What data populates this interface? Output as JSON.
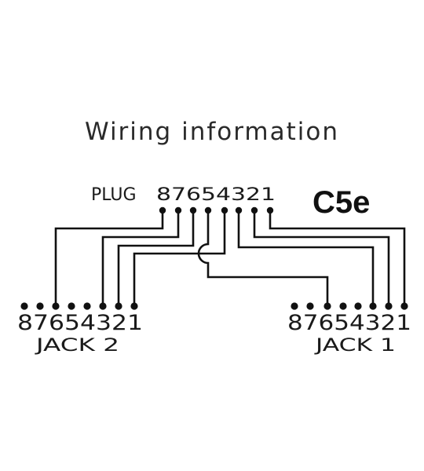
{
  "title": "Wiring information",
  "plug": {
    "label": "PLUG",
    "pins": "87654321"
  },
  "model": "C5e",
  "jack2": {
    "pins": "87654321",
    "label": "JACK 2"
  },
  "jack1": {
    "pins": "87654321",
    "label": "JACK 1"
  }
}
